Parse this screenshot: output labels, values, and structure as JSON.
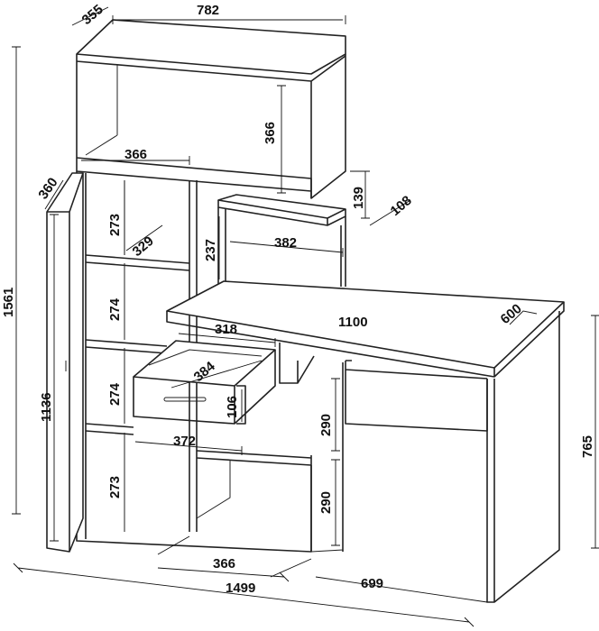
{
  "dimensions": {
    "top_depth": "355",
    "top_width": "782",
    "top_height": "366",
    "shelf_depth": "366",
    "full_height": "1561",
    "side_depth": "360",
    "lower_height": "1136",
    "cell_1": "273",
    "cell_2": "274",
    "cell_3": "274",
    "cell_4": "273",
    "inner_depth": "329",
    "small_shelf_h": "139",
    "small_shelf_d": "108",
    "niche_height": "237",
    "niche_width": "382",
    "desk_length": "1100",
    "desk_depth": "600",
    "drawer_width": "318",
    "drawer_depth": "384",
    "drawer_height": "106",
    "drawer_outer": "372",
    "right_cell_1": "290",
    "right_cell_2": "290",
    "desk_height": "765",
    "bottom_shelf": "366",
    "total_width": "1499",
    "return_width": "699"
  }
}
